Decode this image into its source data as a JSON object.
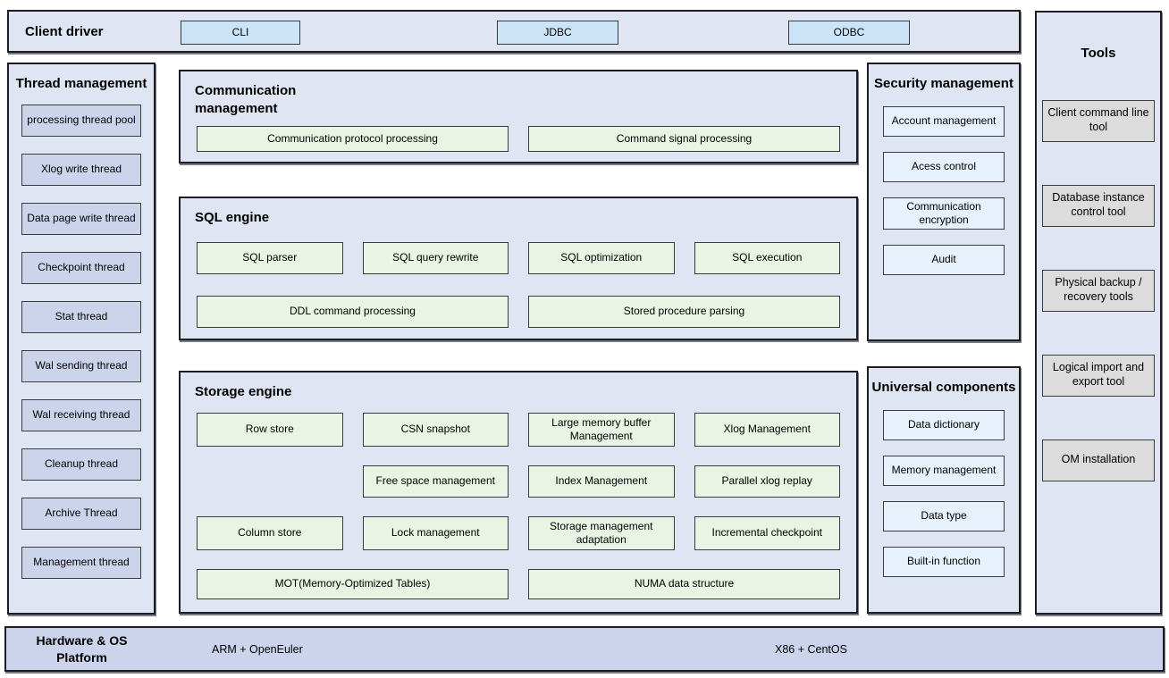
{
  "client_driver": {
    "label": "Client driver",
    "buttons": [
      "CLI",
      "JDBC",
      "ODBC"
    ]
  },
  "thread_management": {
    "title": "Thread management",
    "items": [
      "processing thread pool",
      "Xlog write thread",
      "Data page write thread",
      "Checkpoint thread",
      "Stat thread",
      "Wal sending thread",
      "Wal receiving thread",
      "Cleanup thread",
      "Archive Thread",
      "Management thread"
    ]
  },
  "communication_management": {
    "title": "Communication management",
    "items": [
      "Communication protocol processing",
      "Command signal processing"
    ]
  },
  "sql_engine": {
    "title": "SQL engine",
    "row1": [
      "SQL parser",
      "SQL query rewrite",
      "SQL optimization",
      "SQL execution"
    ],
    "row2": [
      "DDL command processing",
      "Stored procedure parsing"
    ]
  },
  "storage_engine": {
    "title": "Storage engine",
    "row1": [
      "Row store",
      "CSN snapshot",
      "Large memory buffer Management",
      "Xlog Management"
    ],
    "row2": [
      "Free space management",
      "Index Management",
      "Parallel xlog replay"
    ],
    "row3": [
      "Column store",
      "Lock management",
      "Storage management adaptation",
      "Incremental checkpoint"
    ],
    "row4": [
      "MOT(Memory-Optimized Tables)",
      "NUMA data structure"
    ]
  },
  "security_management": {
    "title": "Security management",
    "items": [
      "Account management",
      "Acess control",
      "Communication encryption",
      "Audit"
    ]
  },
  "universal_components": {
    "title": "Universal components",
    "items": [
      "Data dictionary",
      "Memory management",
      "Data type",
      "Built-in function"
    ]
  },
  "tools": {
    "title": "Tools",
    "items": [
      "Client command line tool",
      "Database instance control tool",
      "Physical backup / recovery tools",
      "Logical import and export tool",
      "OM installation"
    ]
  },
  "platform": {
    "label": "Hardware & OS Platform",
    "items": [
      "ARM + OpenEuler",
      "X86 + CentOS"
    ]
  },
  "colors": {
    "panel_bg": "#e0e5f3",
    "panel_border": "#1c1c24",
    "thread_box_bg": "#ccd4ec",
    "engine_box_bg": "#eaf4e4",
    "component_box_bg": "#e7f1fb",
    "driver_button_bg": "#cbe4f8",
    "tool_box_bg": "#dcdcdc",
    "platform_bar_bg": "#ccd4ec"
  }
}
